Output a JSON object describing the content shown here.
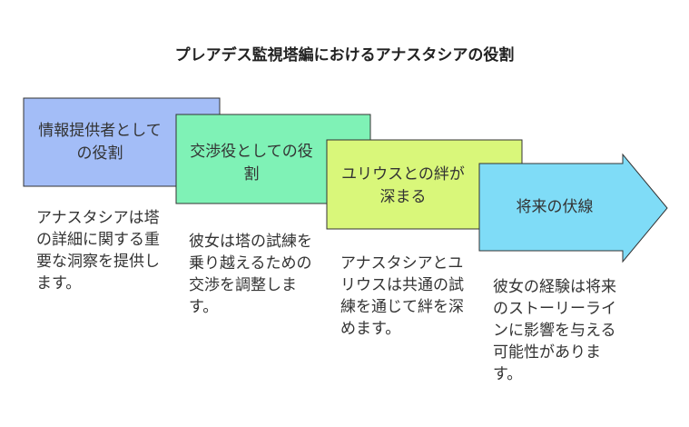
{
  "title": "プレアデス監視塔編におけるアナスタシアの役割",
  "steps": [
    {
      "label": "情報提供者としての役割",
      "description": "アナスタシアは塔の詳細に関する重要な洞察を提供します。",
      "color": "#a3bdf7"
    },
    {
      "label": "交渉役としての役割",
      "description": "彼女は塔の試練を乗り越えるための交渉を調整します。",
      "color": "#7ff2b6"
    },
    {
      "label": "ユリウスとの絆が深まる",
      "description": "アナスタシアとユリウスは共通の試練を通じて絆を深めます。",
      "color": "#d9f77a"
    },
    {
      "label": "将来の伏線",
      "description": "彼女の経験は将来のストーリーラインに影響を与える可能性があります。",
      "color": "#7fdcf7"
    }
  ]
}
